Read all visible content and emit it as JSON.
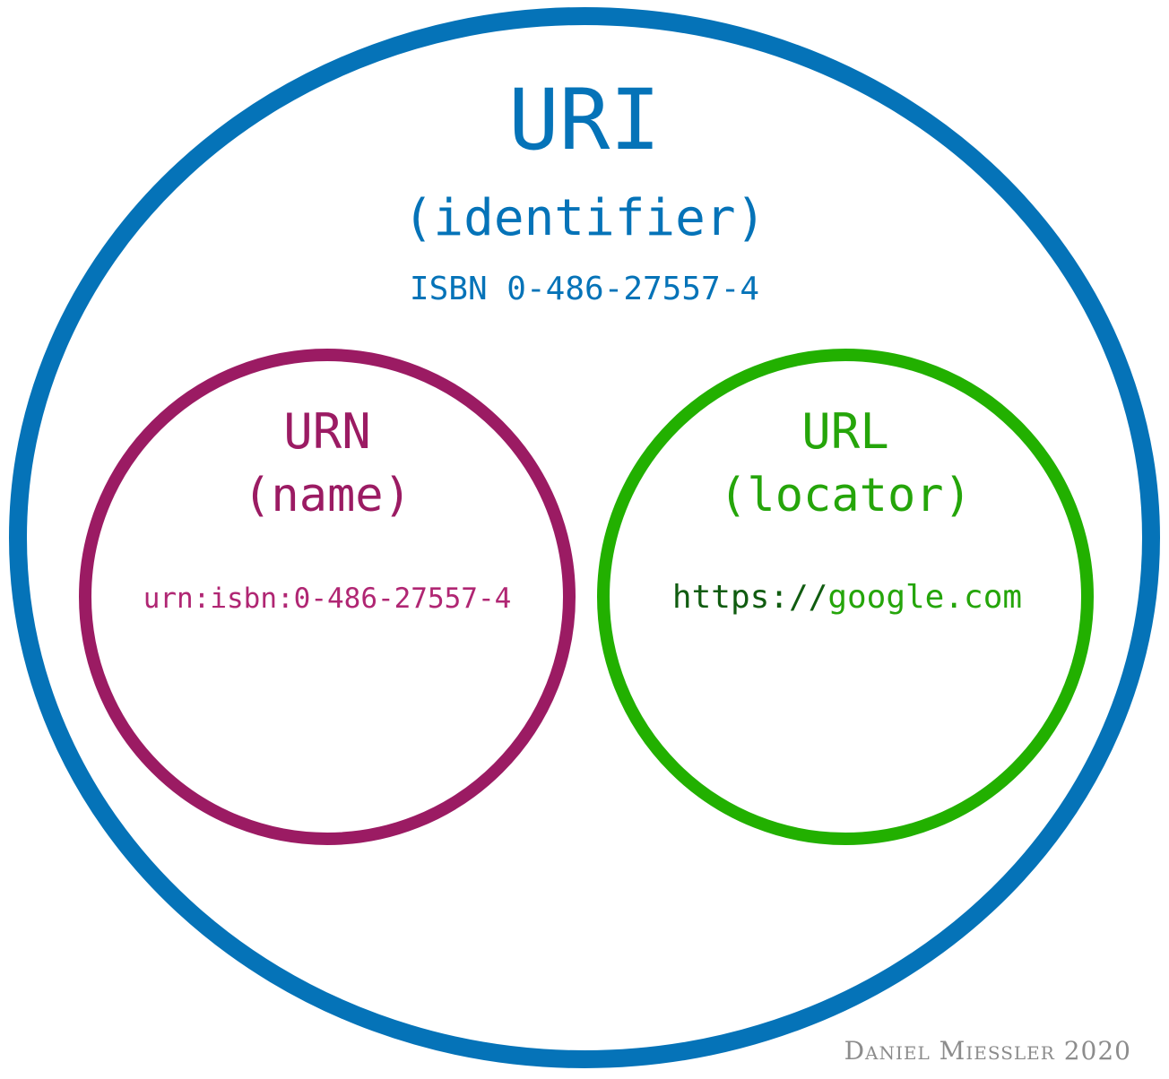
{
  "colors": {
    "uri": "#0573b8",
    "urn_ring": "#9b1b63",
    "urn_text": "#b02673",
    "url_ring": "#22b000",
    "url_text": "#25a50a",
    "url_scheme": "#105c10",
    "credit": "#8c8c8c"
  },
  "uri": {
    "title": "URI",
    "subtitle": "(identifier)",
    "example": "ISBN 0-486-27557-4"
  },
  "urn": {
    "title": "URN",
    "subtitle": "(name)",
    "example": "urn:isbn:0-486-27557-4"
  },
  "url": {
    "title": "URL",
    "subtitle": "(locator)",
    "example_scheme": "https://",
    "example_host": "google.com"
  },
  "credit": "Daniel Miessler 2020"
}
